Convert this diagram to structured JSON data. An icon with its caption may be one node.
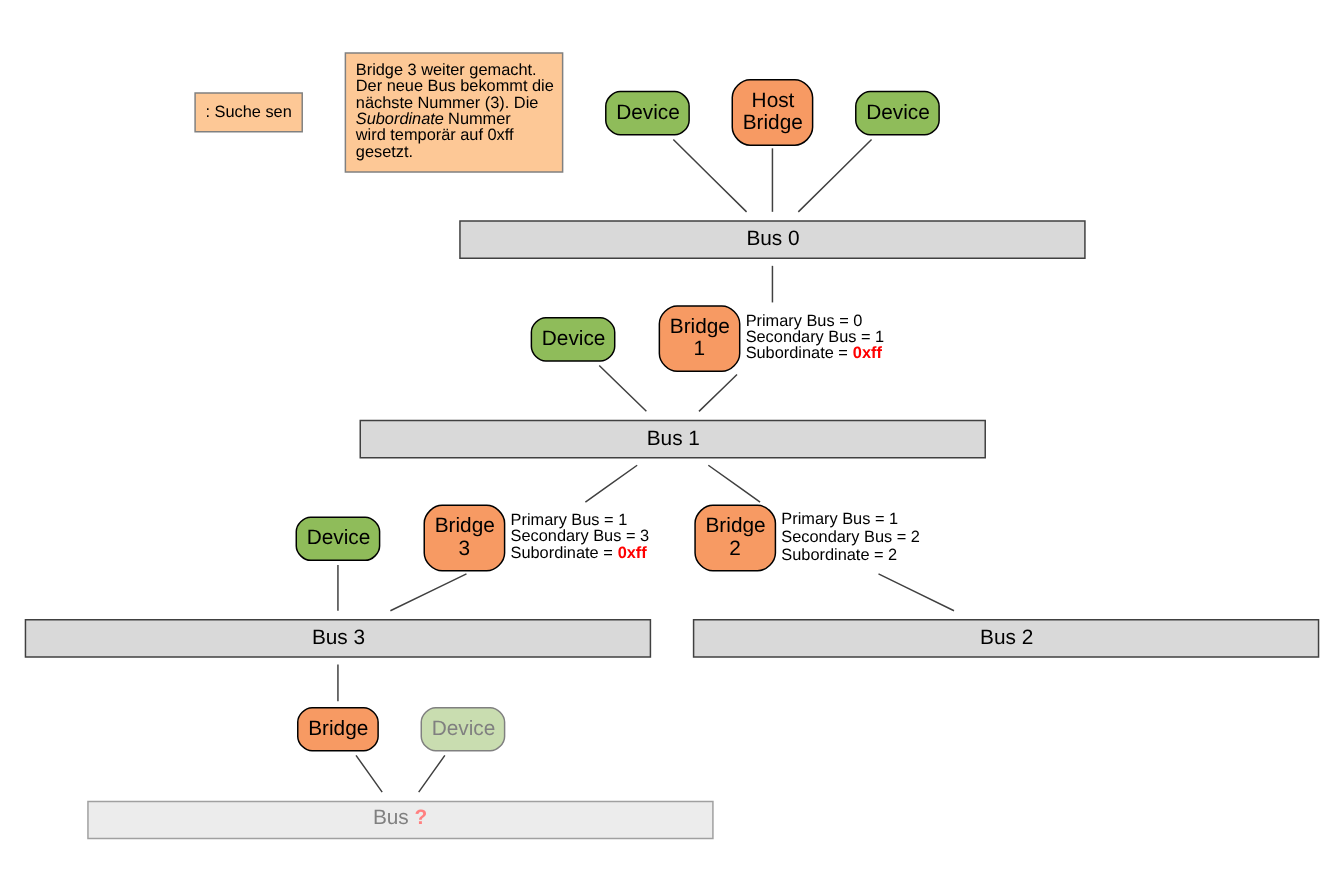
{
  "diagram": {
    "nodes": [
      {
        "text": [
          ": Suche sen"
        ]
      },
      {
        "text": [
          "Bridge 3 weiter gemacht. Der neue Bus bekommt die nächste Nummer (3). Die *Subordinate* Nummer wird temporär auf 0xff gesetzt."
        ]
      },
      {
        "text": [
          "Device"
        ]
      },
      {
        "text": [
          "Host Bridge"
        ]
      },
      {
        "text": [
          "Device"
        ]
      },
      {
        "text": [
          "Bus 0"
        ]
      },
      {
        "text": [
          "Device"
        ]
      },
      {
        "text": [
          "Bridge 1"
        ],
        "beside": [
          "Primary Bus = 0",
          "Secondary Bus = 1",
          "Subordinate = **0xff**"
        ]
      },
      {
        "text": [
          "Bus 1"
        ]
      },
      {
        "text": [
          "Device"
        ]
      },
      {
        "text": [
          "Bridge 3"
        ],
        "beside": [
          "Primary Bus = 1",
          "Secondary Bus = 3",
          "Subordinate = **0xff**"
        ]
      },
      {
        "text": [
          "Bridge 2"
        ],
        "beside": [
          "Primary Bus = 1",
          "Secondary Bus = 2",
          "Subordinate = 2"
        ]
      },
      {
        "text": [
          "Bus 3"
        ]
      },
      {
        "text": [
          "Bus 2"
        ]
      },
      {
        "text": [
          "Bridge"
        ]
      },
      {
        "text": [
          "Device"
        ]
      },
      {
        "text": [
          "Bus **?**"
        ]
      }
    ],
    "edges": [
      {
        "from": 2,
        "to": 5,
        "arrow": "none"
      },
      {
        "from": 3,
        "to": 5,
        "arrow": "none"
      },
      {
        "from": 4,
        "to": 5,
        "arrow": "none"
      },
      {
        "from": 5,
        "to": 7,
        "arrow": "none"
      },
      {
        "from": 6,
        "to": 8,
        "arrow": "none"
      },
      {
        "from": 7,
        "to": 8,
        "arrow": "none"
      },
      {
        "from": 8,
        "to": 10,
        "arrow": "none"
      },
      {
        "from": 8,
        "to": 11,
        "arrow": "none"
      },
      {
        "from": 9,
        "to": 12,
        "arrow": "none"
      },
      {
        "from": 10,
        "to": 12,
        "arrow": "none"
      },
      {
        "from": 11,
        "to": 13,
        "arrow": "none"
      },
      {
        "from": 12,
        "to": 14,
        "arrow": "none"
      },
      {
        "from": 14,
        "to": 16,
        "arrow": "none"
      },
      {
        "from": 15,
        "to": 16,
        "arrow": "none"
      }
    ]
  }
}
